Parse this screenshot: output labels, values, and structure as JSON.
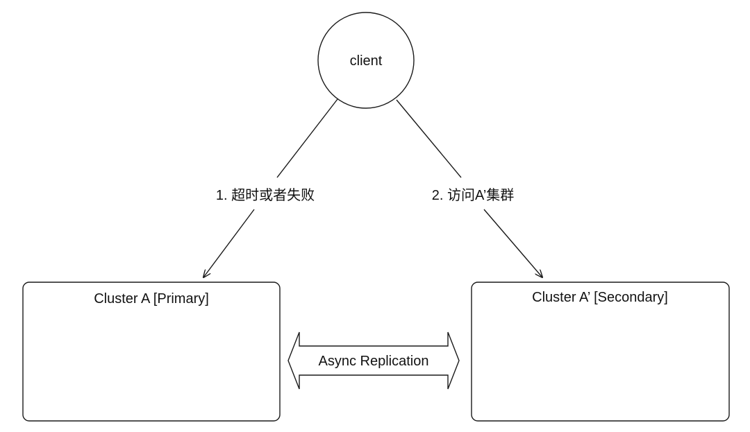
{
  "nodes": {
    "client": {
      "label": "client"
    },
    "cluster_primary": {
      "label": "Cluster A [Primary]"
    },
    "cluster_secondary": {
      "label": "Cluster A’ [Secondary]"
    }
  },
  "edges": {
    "client_to_primary": {
      "label": "1. 超时或者失败"
    },
    "client_to_secondary": {
      "label": "2. 访问A’集群"
    },
    "replication": {
      "label": "Async Replication"
    }
  },
  "colors": {
    "stroke": "#1a1a1a",
    "background": "#ffffff",
    "text": "#111111"
  }
}
